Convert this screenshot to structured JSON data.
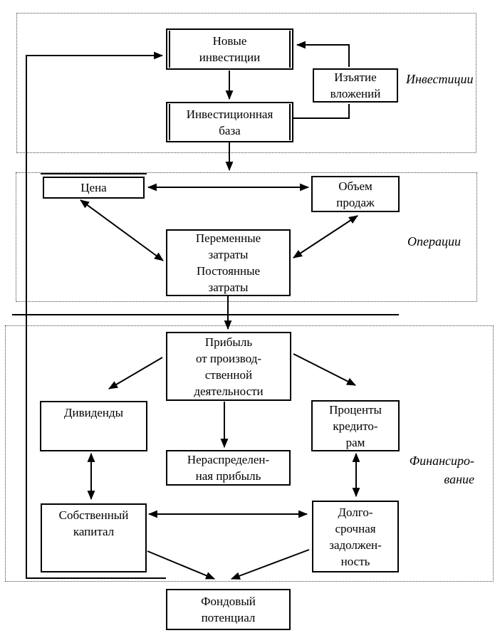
{
  "diagram_title": "",
  "colors": {
    "line": "#000000",
    "box_border": "#000000",
    "section_border_dotted": "#444444",
    "background": "#ffffff",
    "text": "#000000"
  },
  "sections": {
    "investments": {
      "label": "Инвестиции"
    },
    "operations": {
      "label": "Операции"
    },
    "financing": {
      "label": "Финансиро-\nвание"
    }
  },
  "boxes": {
    "new_investments": "Новые\nинвестиции",
    "divestment": "Изъятие\nвложений",
    "investment_base": "Инвестиционная\nбаза",
    "price": "Цена",
    "sales_volume": "Объем\nпродаж",
    "costs": "Переменные\nзатраты\nПостоянные\nзатраты",
    "operating_profit": "Прибыль\nот производ-\nственной\nдеятельности",
    "dividends": "Дивиденды",
    "creditor_interest": "Проценты\nкредито-\nрам",
    "retained_earnings": "Нераспределен-\nная прибыль",
    "equity": "Собственный\nкапитал",
    "long_term_debt": "Долго-\nсрочная\nзадолжен-\nность",
    "fund_potential": "Фондовый\nпотенциал"
  }
}
